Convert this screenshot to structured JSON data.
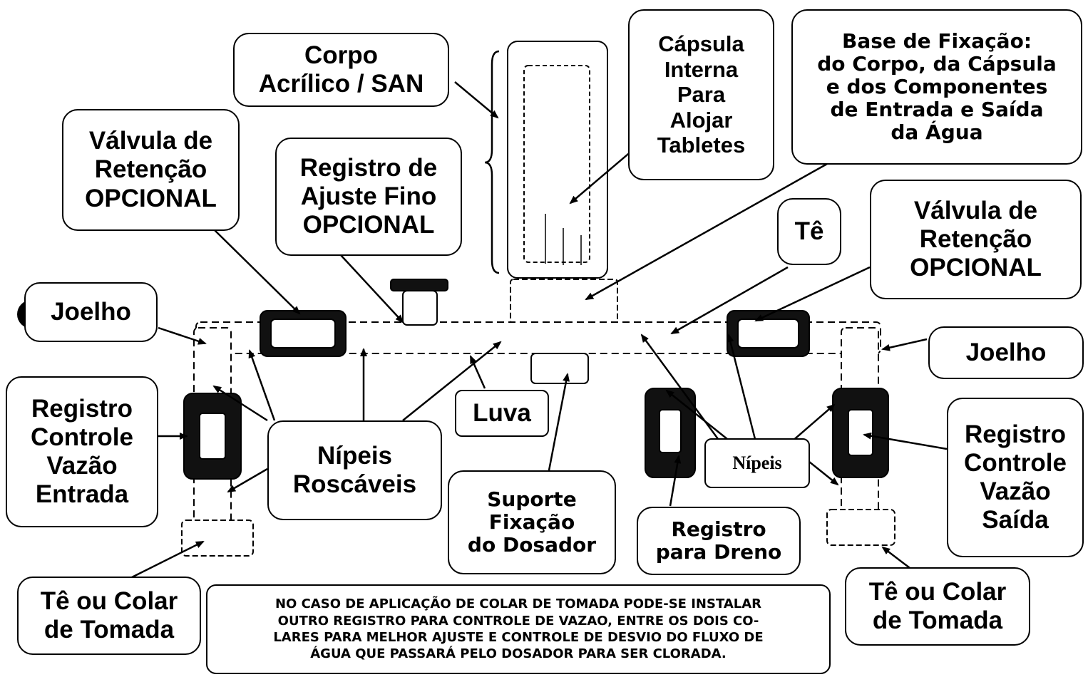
{
  "labels": {
    "corpo": "Corpo\nAcrílico / SAN",
    "capsula": "Cápsula\nInterna\nPara\nAlojar\nTabletes",
    "base": "Base de Fixação:\ndo Corpo, da Cápsula\ne dos Componentes\nde Entrada e Saída\nda Água",
    "valvula_esq": "Válvula de\nRetenção\nOPCIONAL",
    "registro_fino": "Registro de\nAjuste Fino\nOPCIONAL",
    "te": "Tê",
    "valvula_dir": "Válvula de\nRetenção\nOPCIONAL",
    "joelho_esq": "Joelho",
    "joelho_dir": "Joelho",
    "registro_entrada": "Registro\nControle\nVazão\nEntrada",
    "nipeis_roscaveis": "Nípeis\nRoscáveis",
    "luva": "Luva",
    "suporte": "Suporte\nFixação\ndo Dosador",
    "nipeis": "Nípeis",
    "registro_dreno": "Registro\npara Dreno",
    "registro_saida": "Registro\nControle\nVazão\nSaída",
    "te_colar_esq": "Tê ou Colar\nde Tomada",
    "te_colar_dir": "Tê ou Colar\nde Tomada",
    "nota": "NO CASO DE APLICAÇÃO DE COLAR DE TOMADA PODE-SE INSTALAR\nOUTRO REGISTRO PARA CONTROLE DE VAZAO, ENTRE OS DOIS CO-\nLARES PARA MELHOR AJUSTE E CONTROLE DE DESVIO DO FLUXO DE\nÁGUA QUE PASSARÁ PELO DOSADOR PARA SER CLORADA."
  }
}
